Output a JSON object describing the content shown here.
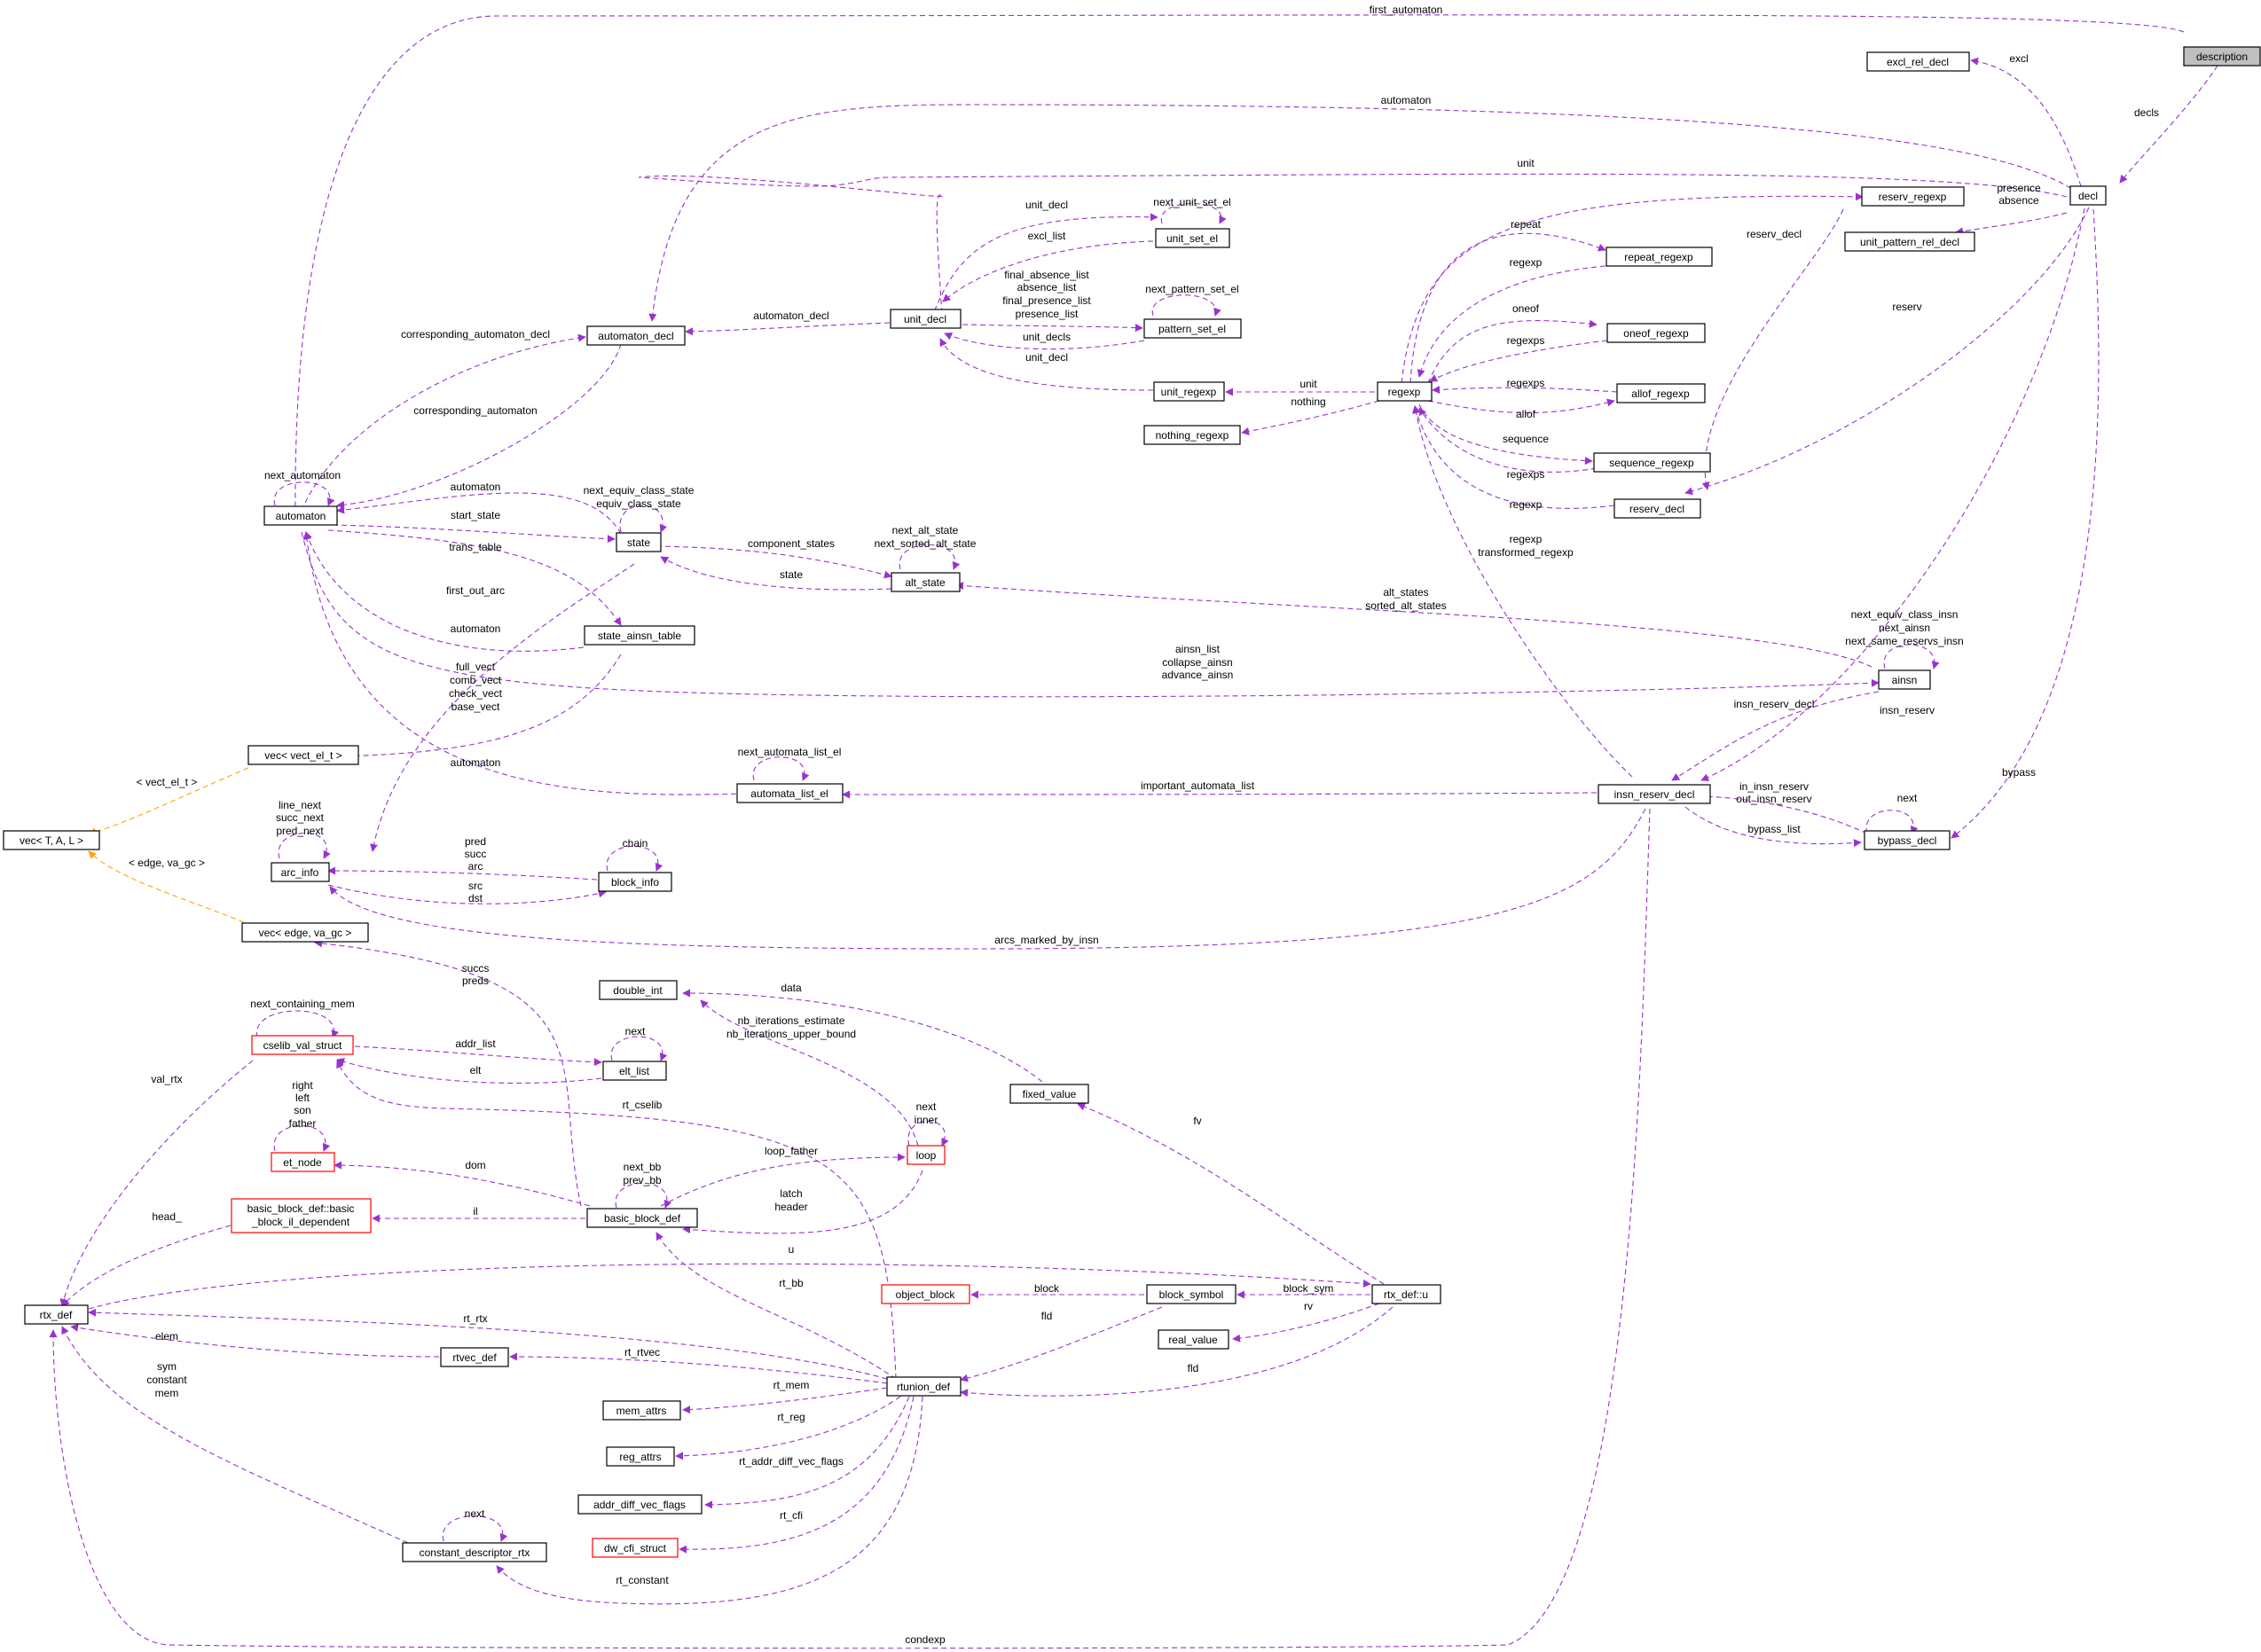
{
  "colors": {
    "edge": "#9a32cd",
    "template_edge": "#ffa500",
    "node_border": "#000000",
    "incomplete_border": "#ff0000",
    "highlight_fill": "#bfbfbf"
  },
  "nodes": {
    "description": "description",
    "decl": "decl",
    "excl_rel_decl": "excl_rel_decl",
    "unit_pattern_rel_decl": "unit_pattern_rel_decl",
    "reserv_regexp": "reserv_regexp",
    "repeat_regexp": "repeat_regexp",
    "oneof_regexp": "oneof_regexp",
    "allof_regexp": "allof_regexp",
    "sequence_regexp": "sequence_regexp",
    "reserv_decl": "reserv_decl",
    "regexp": "regexp",
    "unit_regexp": "unit_regexp",
    "nothing_regexp": "nothing_regexp",
    "unit_set_el": "unit_set_el",
    "pattern_set_el": "pattern_set_el",
    "unit_decl": "unit_decl",
    "automaton_decl": "automaton_decl",
    "automaton": "automaton",
    "state": "state",
    "alt_state": "alt_state",
    "state_ainsn_table": "state_ainsn_table",
    "ainsn": "ainsn",
    "insn_reserv_decl": "insn_reserv_decl",
    "bypass_decl": "bypass_decl",
    "automata_list_el": "automata_list_el",
    "vec_vect_el_t": "vec< vect_el_t >",
    "vec_T_A_L": "vec< T, A, L >",
    "arc_info": "arc_info",
    "block_info": "block_info",
    "vec_edge_va_gc": "vec< edge, va_gc >",
    "double_int": "double_int",
    "cselib_val_struct": "cselib_val_struct",
    "elt_list": "elt_list",
    "et_node": "et_node",
    "loop": "loop",
    "fixed_value": "fixed_value",
    "basic_block_il_dependent": [
      "basic_block_def::basic",
      "_block_il_dependent"
    ],
    "basic_block_def": "basic_block_def",
    "rtx_def": "rtx_def",
    "object_block": "object_block",
    "block_symbol": "block_symbol",
    "rtx_def_u": "rtx_def::u",
    "real_value": "real_value",
    "rtvec_def": "rtvec_def",
    "rtunion_def": "rtunion_def",
    "mem_attrs": "mem_attrs",
    "reg_attrs": "reg_attrs",
    "addr_diff_vec_flags": "addr_diff_vec_flags",
    "dw_cfi_struct": "dw_cfi_struct",
    "constant_descriptor_rtx": "constant_descriptor_rtx"
  },
  "edge_labels": {
    "first_automaton": "first_automaton",
    "decls": "decls",
    "excl": "excl",
    "automaton_top": "automaton",
    "unit_top": "unit",
    "presence_absence": [
      "presence",
      "absence"
    ],
    "reserv_decl_lbl": "reserv_decl",
    "reserv": "reserv",
    "unit_decl_1": "unit_decl",
    "next_unit_set_el": "next_unit_set_el",
    "excl_list": "excl_list",
    "final_absence_list": [
      "final_absence_list",
      "absence_list",
      "final_presence_list",
      "presence_list"
    ],
    "next_pattern_set_el": "next_pattern_set_el",
    "unit_decls": "unit_decls",
    "unit_decl_2": "unit_decl",
    "automaton_decl": "automaton_decl",
    "corresponding_automaton_decl": "corresponding_automaton_decl",
    "corresponding_automaton": "corresponding_automaton",
    "repeat": "repeat",
    "regexp_1": "regexp",
    "oneof": "oneof",
    "regexps_1": "regexps",
    "regexps_2": "regexps",
    "allof": "allof",
    "sequence": "sequence",
    "regexps_3": "regexps",
    "regexp_2": "regexp",
    "unit_mid": "unit",
    "nothing": "nothing",
    "regexp_transformed": [
      "regexp",
      "transformed_regexp"
    ],
    "next_automaton": "next_automaton",
    "automaton_state": "automaton",
    "next_equiv_class_state": [
      "next_equiv_class_state",
      "equiv_class_state"
    ],
    "start_state": "start_state",
    "trans_table": "trans_table",
    "component_states": "component_states",
    "next_alt_state": [
      "next_alt_state",
      "next_sorted_alt_state"
    ],
    "state_lbl": "state",
    "first_out_arc": "first_out_arc",
    "automaton_table": "automaton",
    "alt_states": [
      "alt_states",
      "sorted_alt_states"
    ],
    "next_equiv_class_insn": [
      "next_equiv_class_insn",
      "next_ainsn",
      "next_same_reservs_insn"
    ],
    "ainsn_list": [
      "ainsn_list",
      "collapse_ainsn",
      "advance_ainsn"
    ],
    "full_vect": [
      "full_vect",
      "comb_vect",
      "check_vect",
      "base_vect"
    ],
    "insn_reserv_decl_lbl": "insn_reserv_decl",
    "insn_reserv": "insn_reserv",
    "bypass": "bypass",
    "automaton_list_el": "automaton",
    "next_automata_list_el": "next_automata_list_el",
    "important_automata_list": "important_automata_list",
    "next_bypass": "next",
    "in_insn_reserv": [
      "in_insn_reserv",
      "out_insn_reserv"
    ],
    "bypass_list": "bypass_list",
    "vect_el_t": "< vect_el_t >",
    "edge_va_gc": "< edge, va_gc >",
    "line_next": [
      "line_next",
      "succ_next",
      "pred_next"
    ],
    "chain": "chain",
    "pred_succ_arc": [
      "pred",
      "succ",
      "arc"
    ],
    "src_dst": [
      "src",
      "dst"
    ],
    "arcs_marked_by_insn": "arcs_marked_by_insn",
    "succs_preds": [
      "succs",
      "preds"
    ],
    "data": "data",
    "next_containing_mem": "next_containing_mem",
    "addr_list": "addr_list",
    "next_elt": "next",
    "elt": "elt",
    "nb_iterations": [
      "nb_iterations_estimate",
      "nb_iterations_upper_bound"
    ],
    "val_rtx": "val_rtx",
    "right_left": [
      "right",
      "left",
      "son",
      "father"
    ],
    "rt_cselib": "rt_cselib",
    "next_inner": [
      "next",
      "inner"
    ],
    "fv": "fv",
    "dom": "dom",
    "next_bb": [
      "next_bb",
      "prev_bb"
    ],
    "loop_father": "loop_father",
    "il": "il",
    "head_": "head_",
    "latch_header": [
      "latch",
      "header"
    ],
    "u": "u",
    "rt_bb": "rt_bb",
    "block": "block",
    "block_sym": "block_sym",
    "rv": "rv",
    "fld_1": "fld",
    "fld_2": "fld",
    "rt_rtx": "rt_rtx",
    "elem": "elem",
    "rt_rtvec": "rt_rtvec",
    "sym_constant": [
      "sym",
      "constant",
      "mem"
    ],
    "rt_mem": "rt_mem",
    "rt_reg": "rt_reg",
    "rt_addr_diff_vec_flags": "rt_addr_diff_vec_flags",
    "rt_cfi": "rt_cfi",
    "next_const": "next",
    "rt_constant": "rt_constant",
    "condexp": "condexp"
  }
}
